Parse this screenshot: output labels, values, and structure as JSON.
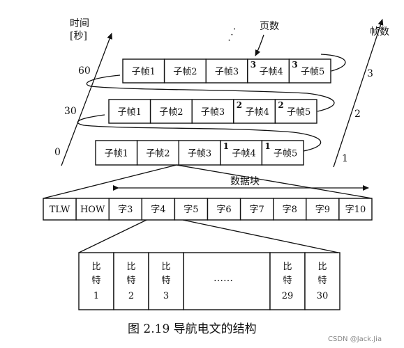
{
  "axes": {
    "time_label": "时间",
    "time_unit": "[秒]",
    "time_ticks": [
      "0",
      "30",
      "60"
    ],
    "frame_label": "帧数",
    "frame_ticks": [
      "1",
      "2",
      "3"
    ]
  },
  "page_label": "页数",
  "dots_top": "·  ·  ·",
  "frames": [
    {
      "page": "1",
      "subframes": [
        "子帧1",
        "子帧2",
        "子帧3",
        "子帧4",
        "子帧5"
      ]
    },
    {
      "page": "2",
      "subframes": [
        "子帧1",
        "子帧2",
        "子帧3",
        "子帧4",
        "子帧5"
      ]
    },
    {
      "page": "3",
      "subframes": [
        "子帧1",
        "子帧2",
        "子帧3",
        "子帧4",
        "子帧5"
      ]
    }
  ],
  "data_block_label": "数据块",
  "words": [
    "TLW",
    "HOW",
    "字3",
    "字4",
    "字5",
    "字6",
    "字7",
    "字8",
    "字9",
    "字10"
  ],
  "bits": [
    {
      "label": "比特",
      "num": "1"
    },
    {
      "label": "比特",
      "num": "2"
    },
    {
      "label": "比特",
      "num": "3"
    },
    {
      "label": "比特",
      "num": "29"
    },
    {
      "label": "比特",
      "num": "30"
    }
  ],
  "bits_ellipsis": "……",
  "caption": "图 2.19   导航电文的结构",
  "watermark": "CSDN @Jack.Jia"
}
